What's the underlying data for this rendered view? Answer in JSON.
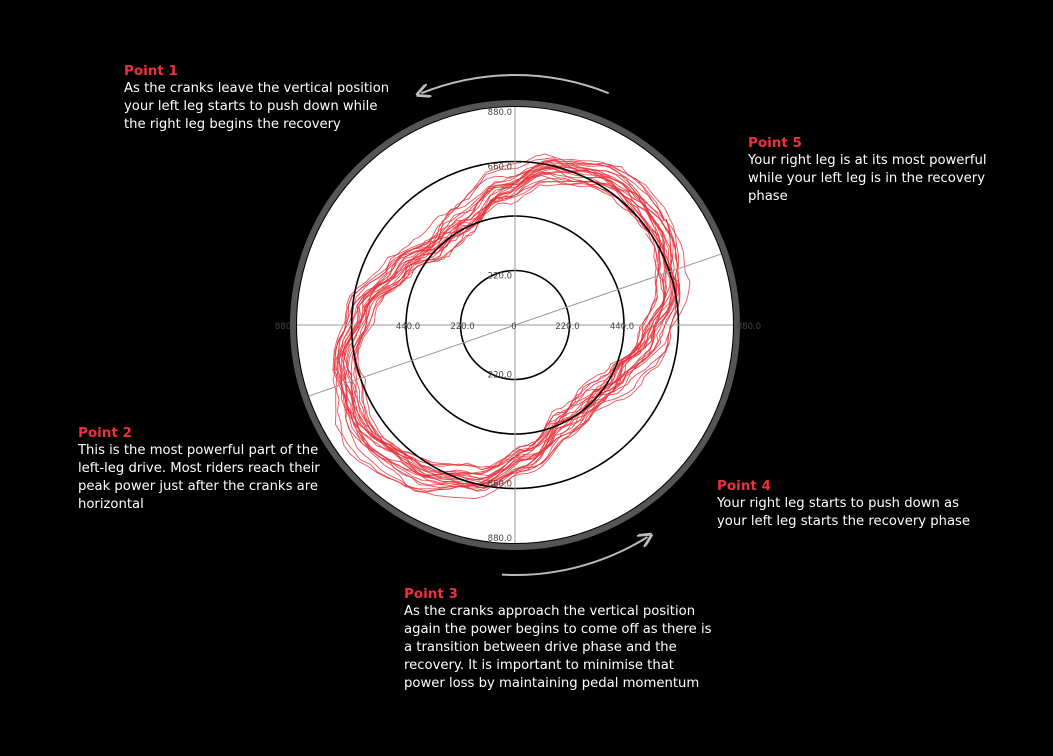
{
  "colors": {
    "background": "#000000",
    "plot_face": "#ffffff",
    "trace": "#e8323c",
    "ring": "#000000",
    "axis": "#9a9a9a",
    "arc": "#555555",
    "arrow": "#bbbbbb",
    "title": "#e8323c",
    "text": "#ffffff"
  },
  "annotations": [
    {
      "id": "1",
      "title": "Point 1",
      "body": "As the cranks leave the vertical position your left leg starts to push down while the right leg begins the recovery"
    },
    {
      "id": "2",
      "title": "Point 2",
      "body": "This is the most powerful part of the left-leg drive. Most riders reach their peak power just after the cranks are horizontal"
    },
    {
      "id": "3",
      "title": "Point 3",
      "body": "As the cranks approach the vertical position again the power begins to come off as there is a transition between drive phase and the recovery. It is important to minimise that power loss by maintaining pedal momentum"
    },
    {
      "id": "4",
      "title": "Point 4",
      "body": "Your right leg starts to push down as your left leg starts the recovery phase"
    },
    {
      "id": "5",
      "title": "Point 5",
      "body": "Your right leg is at its most powerful while your left leg is in the recovery phase"
    }
  ],
  "chart_data": {
    "type": "polar-line",
    "radial_range": [
      0,
      880
    ],
    "rings": [
      220,
      440,
      660,
      880
    ],
    "tick_labels": {
      "top": [
        "880.0",
        "660.0",
        "220.0"
      ],
      "bottom": [
        "220.0",
        "660.0",
        "880.0"
      ],
      "left": [
        "880",
        "440.0",
        "220.0"
      ],
      "right": [
        "220.0",
        "440.0",
        "880.0"
      ],
      "center": "0"
    },
    "series": [
      {
        "curve": [
          {
            "angle": 0,
            "r": 700
          },
          {
            "angle": 20,
            "r": 650
          },
          {
            "angle": 40,
            "r": 560
          },
          {
            "angle": 60,
            "r": 480
          },
          {
            "angle": 80,
            "r": 440
          },
          {
            "angle": 100,
            "r": 450
          },
          {
            "angle": 120,
            "r": 540
          },
          {
            "angle": 140,
            "r": 650
          },
          {
            "angle": 160,
            "r": 720
          },
          {
            "angle": 180,
            "r": 760
          },
          {
            "angle": 200,
            "r": 720
          },
          {
            "angle": 220,
            "r": 630
          },
          {
            "angle": 240,
            "r": 520
          },
          {
            "angle": 260,
            "r": 450
          },
          {
            "angle": 280,
            "r": 470
          },
          {
            "angle": 300,
            "r": 560
          },
          {
            "angle": 320,
            "r": 660
          },
          {
            "angle": 340,
            "r": 710
          }
        ],
        "laps": 24
      }
    ],
    "direction_arrows": [
      "counter-clockwise at top",
      "clockwise at bottom"
    ]
  }
}
